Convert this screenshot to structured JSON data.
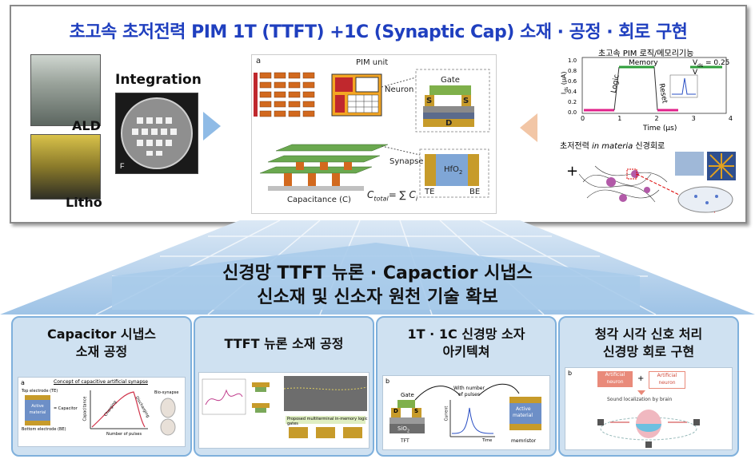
{
  "title": "초고속 초저전력 PIM 1T (TTFT) +1C (Synaptic Cap) 소재 ·  공정 ·  회로 구현",
  "left_labels": {
    "integration": "Integration",
    "ald": "ALD",
    "litho": "Litho"
  },
  "center": {
    "panel_letter": "a",
    "pim_unit": "PIM unit",
    "neuron": "Neuron",
    "gate": "Gate",
    "s": "S",
    "d": "D",
    "s2": "S",
    "synapse": "Synapse",
    "hfo2": "HfO",
    "hfo2_sub": "2",
    "te": "TE",
    "be": "BE",
    "capacitance": "Capacitance (C)",
    "ctotal": "C",
    "ctotal_sub": "total",
    "sum_eq": "= ∑ C",
    "sum_sub": "i"
  },
  "right": {
    "chart_title": "초고속 PIM 로직/메모리기능",
    "memory": "Memory",
    "logic": "Logic",
    "reset": "Reset",
    "vds": "V",
    "vds_sub": "ds",
    "vds_eq": " = 0.25 V",
    "ylabel": "I",
    "ylabel_sub": "ds",
    "ylabel_unit": " (μA)",
    "xlabel": "Time (μs)",
    "yticks": [
      "1.0",
      "0.8",
      "0.6",
      "0.4",
      "0.2",
      "0.0"
    ],
    "xticks": [
      "0",
      "1",
      "2",
      "3",
      "4"
    ],
    "neural_title": "초저전력 ",
    "neural_title_em": "in materia",
    "neural_title_end": " 신경회로",
    "plus": "+"
  },
  "middle_banner": {
    "line1": "신경망 TTFT 뉴론 ·  Capactior 시냅스",
    "line2": "신소재 및 신소자  원천 기술 확보"
  },
  "boxes": [
    {
      "title_l1": "Capacitor 시냅스",
      "title_l2": "소재 공정",
      "img": {
        "letter": "a",
        "concept": "Concept of capacitive artificial synapse",
        "te": "Top electrode (TE)",
        "active": "Active material",
        "cap": "= Capacitor",
        "be": "Bottom electrode (BE)",
        "charging": "Charging",
        "discharging": "Discharging",
        "capacitance": "Capacitance",
        "pulses": "Number of pulses",
        "bio": "Bio-synapse"
      }
    },
    {
      "title_l1": "TTFT 뉴론 소재 공정",
      "title_l2": "",
      "img": {
        "prop": "Proposed multiterminal in-memory logic gates"
      }
    },
    {
      "title_l1": "1T · 1C 신경망 소자",
      "title_l2": "아키텍쳐",
      "img": {
        "letter": "b",
        "gate": "Gate",
        "d": "D",
        "s": "S",
        "sio2": "SiO",
        "sio2_sub": "2",
        "with": "With number",
        "of": "of pulses",
        "current": "Current",
        "time": "Time",
        "active": "Active",
        "material": "material",
        "tft": "TFT",
        "memristor": "memristor"
      }
    },
    {
      "title_l1": "청각 시각 신호 처리",
      "title_l2": "신경망 회로 구현",
      "img": {
        "letter": "b",
        "an1": "Artificial",
        "an1b": "neuron",
        "an2": "Artificial",
        "an2b": "neuron",
        "plus": "+",
        "sound": "Sound localization by brain"
      }
    }
  ]
}
